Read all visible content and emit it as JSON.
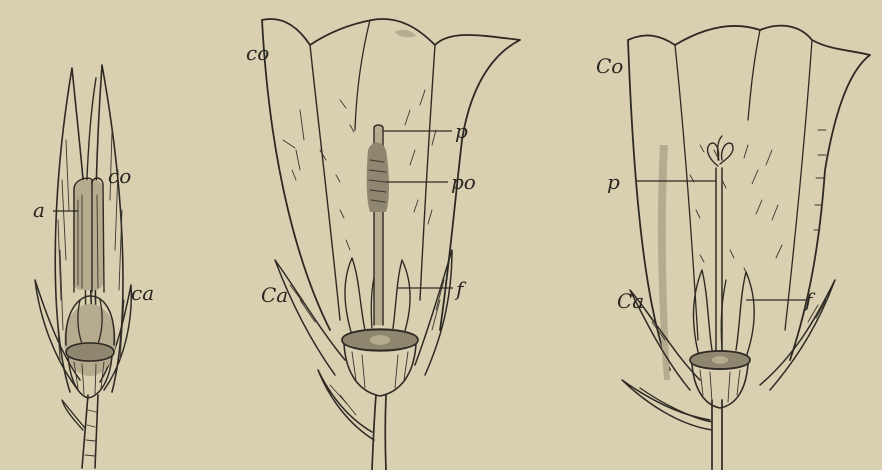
{
  "figure": {
    "panel_bud": {
      "labels": {
        "co": "co",
        "a": "a",
        "ca": "ca"
      }
    },
    "panel_open_flower": {
      "labels": {
        "co": "co",
        "p": "p",
        "po": "po",
        "f": "f",
        "ca": "Ca"
      }
    },
    "panel_older_flower": {
      "labels": {
        "co": "Co",
        "p": "p",
        "f": "f",
        "ca": "Ca"
      }
    }
  },
  "colors": {
    "paper": "#d9d0b2",
    "ink": "#2e2a23"
  }
}
